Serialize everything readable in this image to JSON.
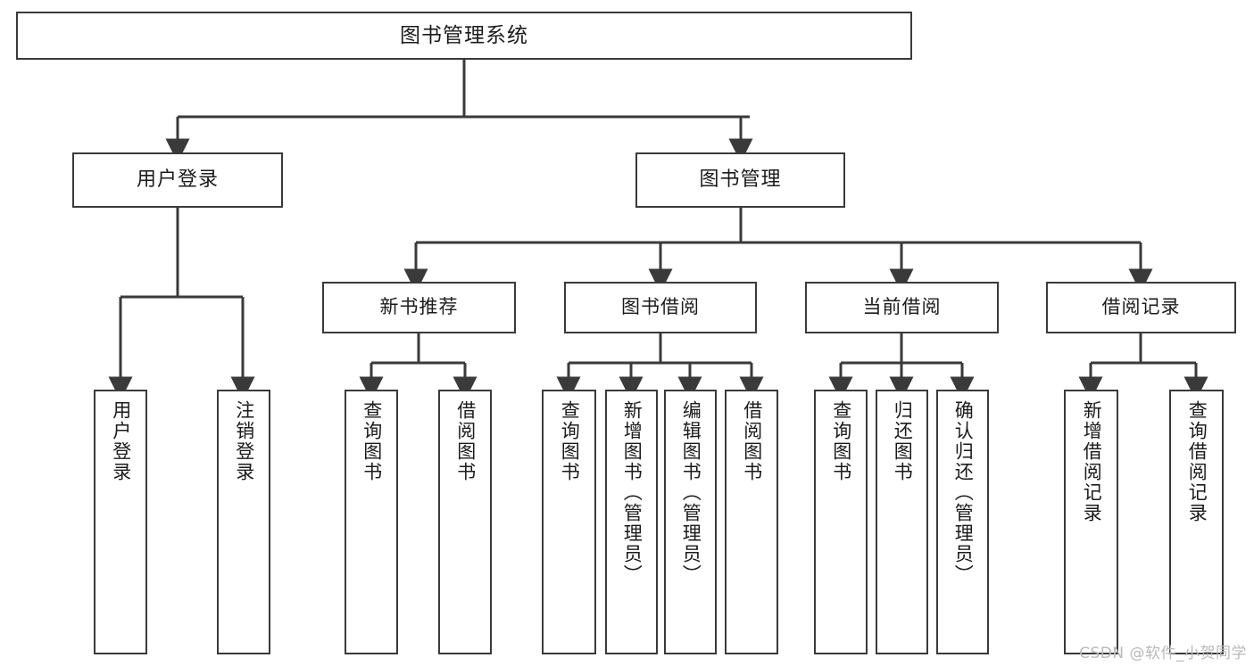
{
  "diagram": {
    "title": "图书管理系统",
    "type": "tree",
    "watermark": "CSDN @软件_小贺同学",
    "colors": {
      "stroke": "#3a3a3a",
      "fill": "#ffffff",
      "text": "#1b1b1b",
      "watermark": "#b9b9b9"
    },
    "nodes": {
      "root": {
        "label": "图书管理系统"
      },
      "level2": [
        {
          "id": "user-login",
          "label": "用户登录"
        },
        {
          "id": "book-manage",
          "label": "图书管理"
        }
      ],
      "level3": [
        {
          "id": "new-book-recommend",
          "label": "新书推荐"
        },
        {
          "id": "book-borrow",
          "label": "图书借阅"
        },
        {
          "id": "current-borrow",
          "label": "当前借阅"
        },
        {
          "id": "borrow-record",
          "label": "借阅记录"
        }
      ],
      "leaves": {
        "user-login": [
          {
            "id": "leaf-user-login",
            "label": "用户登录"
          },
          {
            "id": "leaf-logout-login",
            "label": "注销登录"
          }
        ],
        "new-book-recommend": [
          {
            "id": "leaf-query-book-1",
            "label": "查询图书"
          },
          {
            "id": "leaf-borrow-book-1",
            "label": "借阅图书"
          }
        ],
        "book-borrow": [
          {
            "id": "leaf-query-book-2",
            "label": "查询图书"
          },
          {
            "id": "leaf-add-book",
            "label": "新增图书（管理员）"
          },
          {
            "id": "leaf-edit-book",
            "label": "编辑图书（管理员）"
          },
          {
            "id": "leaf-borrow-book-2",
            "label": "借阅图书"
          }
        ],
        "current-borrow": [
          {
            "id": "leaf-query-book-3",
            "label": "查询图书"
          },
          {
            "id": "leaf-return-book",
            "label": "归还图书"
          },
          {
            "id": "leaf-confirm-return",
            "label": "确认归还（管理员）"
          }
        ],
        "borrow-record": [
          {
            "id": "leaf-add-record",
            "label": "新增借阅记录"
          },
          {
            "id": "leaf-query-record",
            "label": "查询借阅记录"
          }
        ]
      }
    }
  }
}
